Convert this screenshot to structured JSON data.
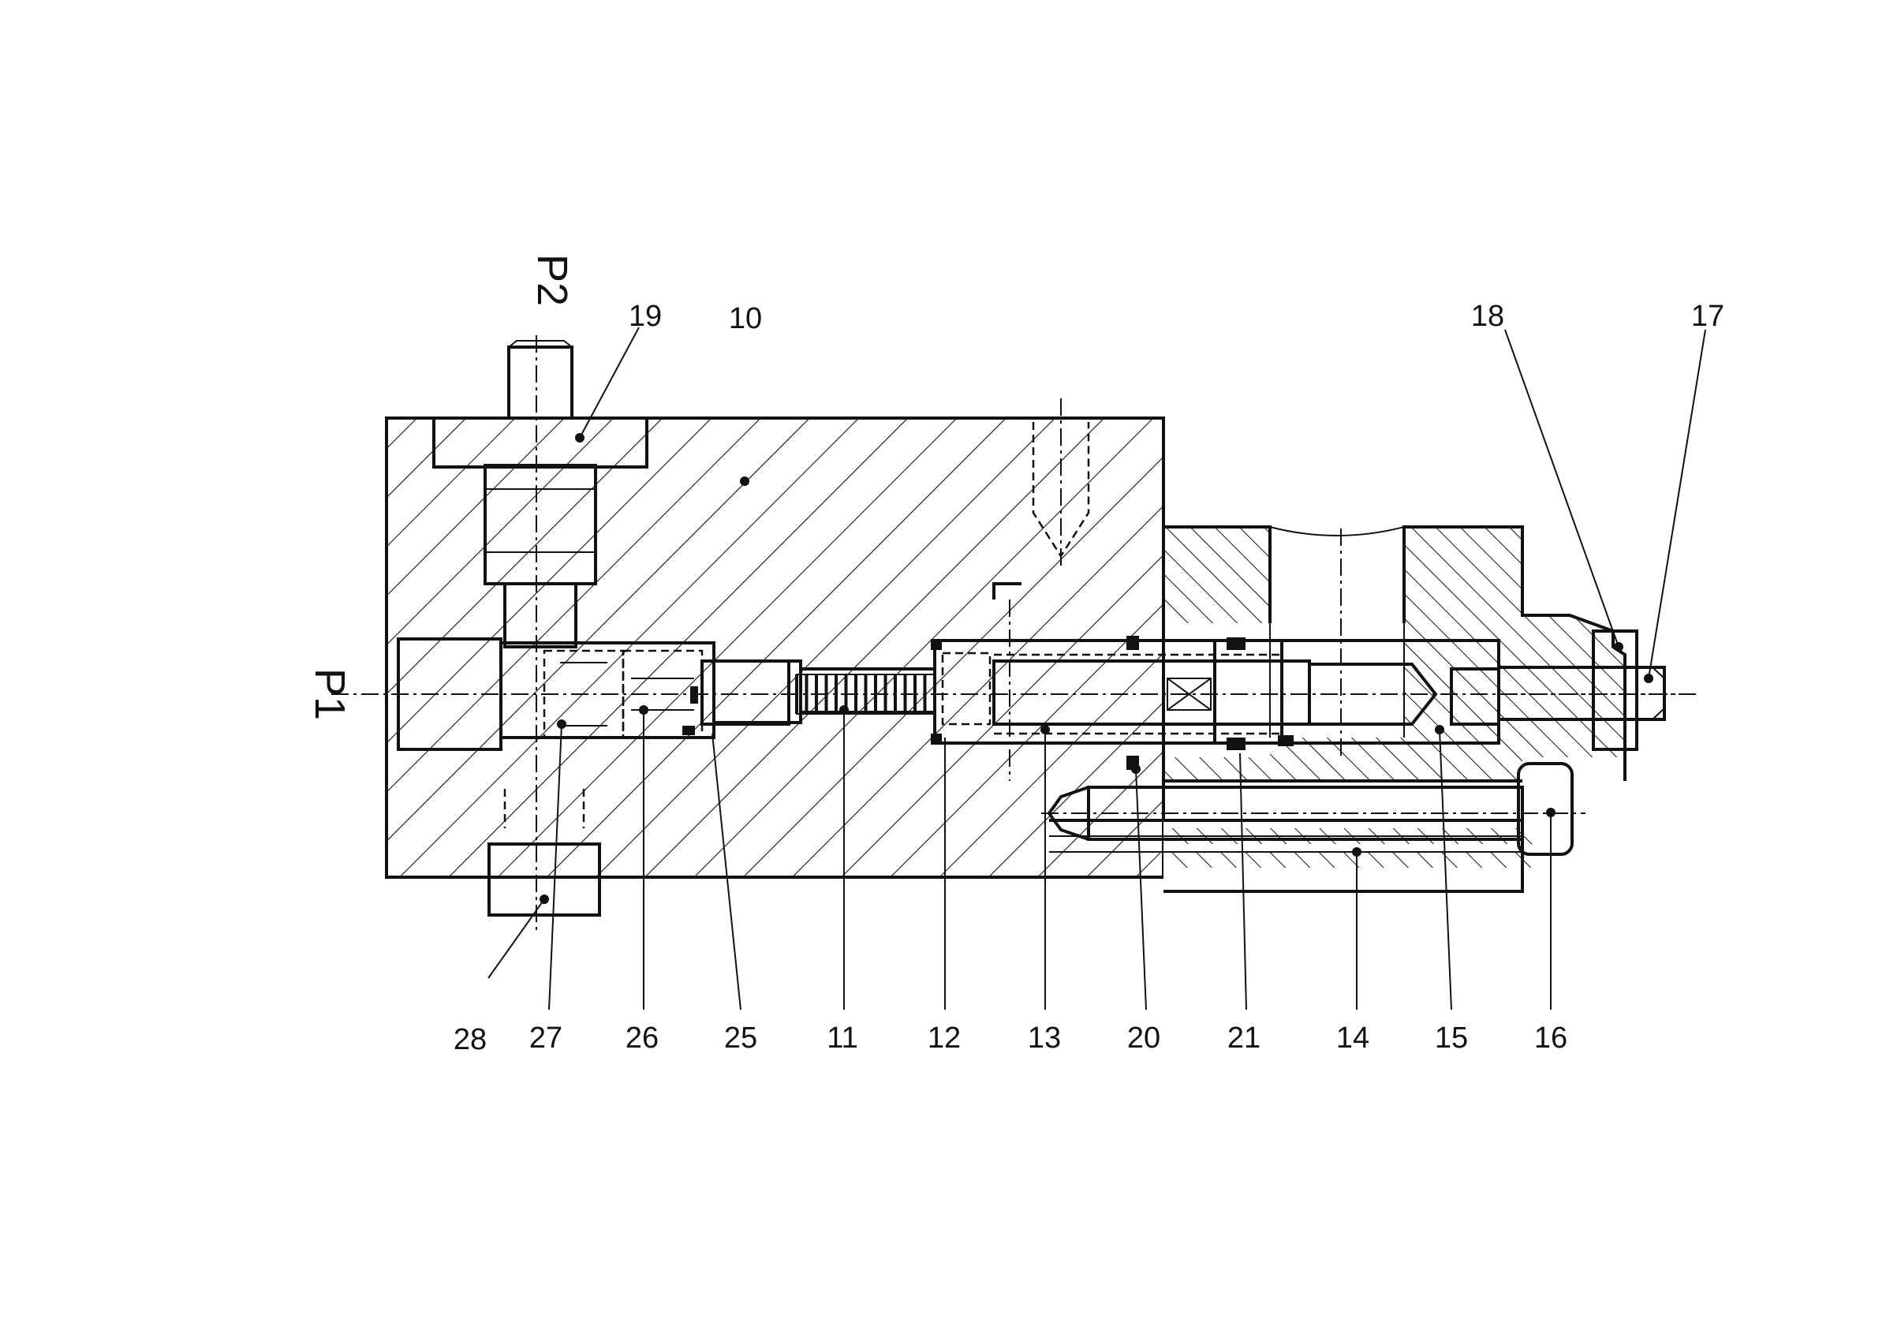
{
  "ports": {
    "p1": "P1",
    "p2": "P2"
  },
  "callouts": {
    "c10": "10",
    "c11": "11",
    "c12": "12",
    "c13": "13",
    "c14": "14",
    "c15": "15",
    "c16": "16",
    "c17": "17",
    "c18": "18",
    "c19": "19",
    "c20": "20",
    "c21": "21",
    "c25": "25",
    "c26": "26",
    "c27": "27",
    "c28": "28"
  }
}
